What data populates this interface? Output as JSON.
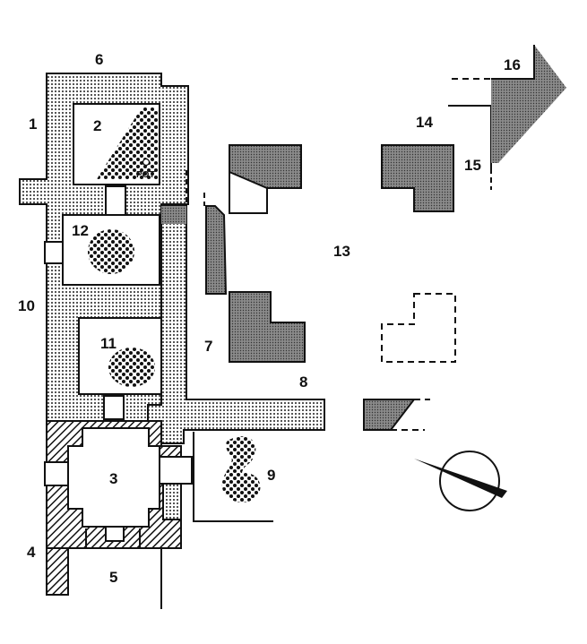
{
  "labels": {
    "n1": "1",
    "n2": "2",
    "n3": "3",
    "n4": "4",
    "n5": "5",
    "n6": "6",
    "n7": "7",
    "n8": "8",
    "n9": "9",
    "n10": "10",
    "n11": "11",
    "n12": "12",
    "n13": "13",
    "n14": "14",
    "n15": "15",
    "n16": "16",
    "pot": "POT"
  },
  "icons": {
    "north_arrow": "compass-needle-icon",
    "pot_marker": "circle-icon"
  },
  "colors": {
    "ink": "#111111",
    "fill_dense": "#888888",
    "background": "#ffffff"
  }
}
